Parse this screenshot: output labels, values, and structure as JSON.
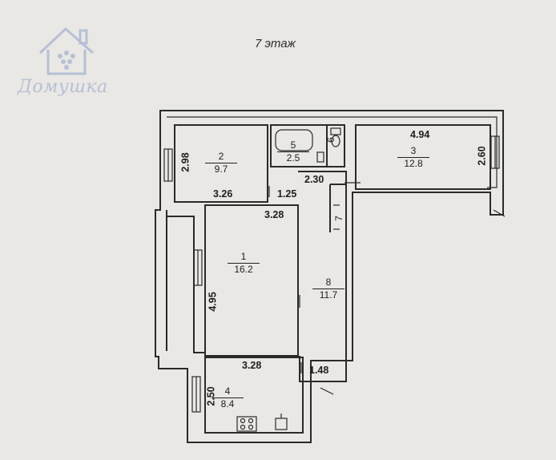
{
  "floor_label": "7 этаж",
  "logo": {
    "text": "Домушка",
    "icon": "house-logo-icon",
    "color": "#b7bfd6"
  },
  "rooms": [
    {
      "num": "1",
      "area": "16.2"
    },
    {
      "num": "2",
      "area": "9.7"
    },
    {
      "num": "3",
      "area": "12.8"
    },
    {
      "num": "4",
      "area": "8.4"
    },
    {
      "num": "5",
      "area": "2.5"
    },
    {
      "num": "6"
    },
    {
      "num": "7"
    },
    {
      "num": "8",
      "area": "11.7"
    }
  ],
  "dimensions": {
    "room2_height": "2.98",
    "room2_width": "3.26",
    "corridor_125": "1.25",
    "bath_230": "2.30",
    "room3_width": "4.94",
    "room3_height": "2.60",
    "room1_width": "3.28",
    "room1_height": "4.95",
    "room4_width": "3.28",
    "room4_height": "2.50",
    "corridor_148": "1.48"
  },
  "colors": {
    "paper": "#e9e8e4",
    "line": "#2a2a2a"
  }
}
